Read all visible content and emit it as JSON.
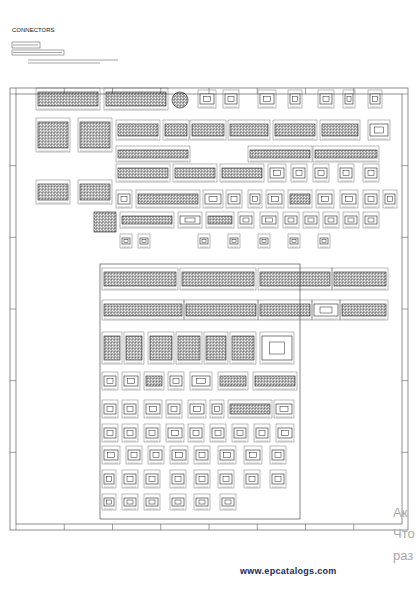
{
  "diagram": {
    "title": "CONNECTORS",
    "labels": [
      "www.epcatalogs.com",
      "Ак",
      "Что",
      "раз"
    ]
  }
}
